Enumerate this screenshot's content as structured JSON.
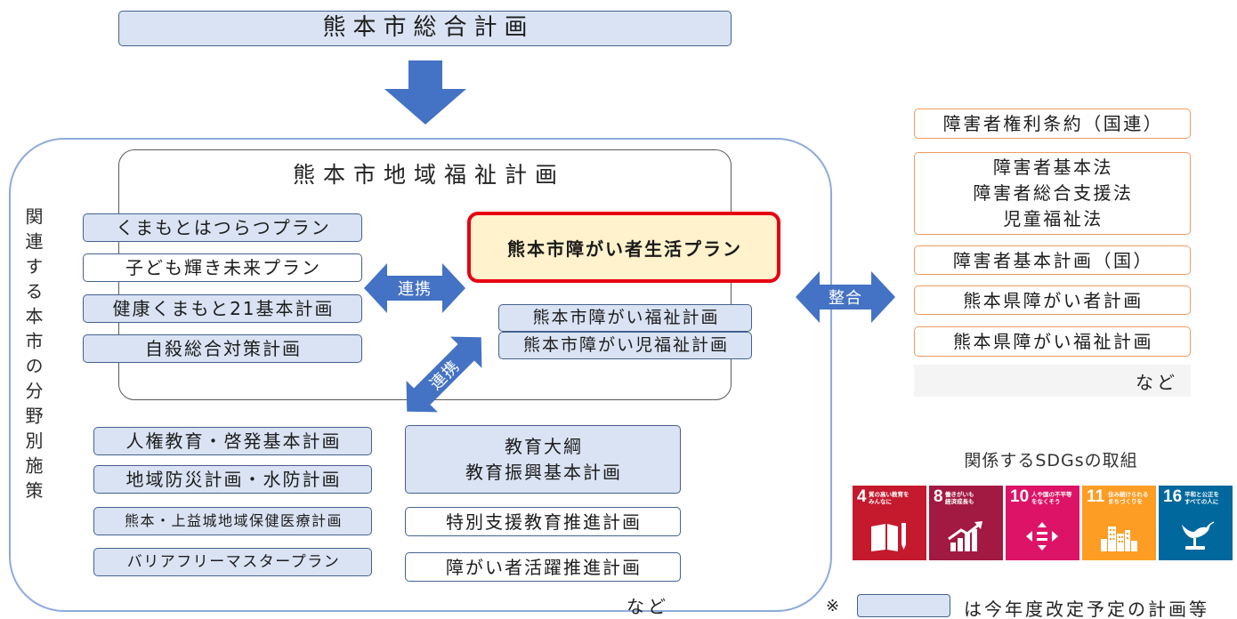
{
  "top_plan": {
    "label": "熊本市総合計画",
    "revising": true
  },
  "side_label": "関連する本市の分野別施策",
  "welfare_plan": {
    "title": "熊本市地域福祉計画",
    "linked_plans": [
      {
        "label": "くまもとはつらつプラン",
        "revising": true
      },
      {
        "label": "子ども輝き未来プラン",
        "revising": false
      },
      {
        "label": "健康くまもと21基本計画",
        "revising": true
      },
      {
        "label": "自殺総合対策計画",
        "revising": true
      }
    ],
    "main_plan": {
      "label": "熊本市障がい者生活プラン"
    },
    "sub_plans": [
      {
        "label": "熊本市障がい福祉計画",
        "revising": true
      },
      {
        "label": "熊本市障がい児福祉計画",
        "revising": true
      }
    ]
  },
  "arrows": {
    "welfare_link": "連携",
    "sector_link": "連携",
    "consistency": "整合"
  },
  "sector_plans": {
    "left": [
      {
        "label": "人権教育・啓発基本計画",
        "revising": true
      },
      {
        "label": "地域防災計画・水防計画",
        "revising": true
      },
      {
        "label": "熊本・上益城地域保健医療計画",
        "revising": true
      },
      {
        "label": "バリアフリーマスタープラン",
        "revising": true
      }
    ],
    "right": [
      {
        "lines": [
          "教育大綱",
          "教育振興基本計画"
        ],
        "revising": true
      },
      {
        "lines": [
          "特別支援教育推進計画"
        ],
        "revising": false
      },
      {
        "lines": [
          "障がい者活躍推進計画"
        ],
        "revising": false
      }
    ],
    "more": "など"
  },
  "external_plans": {
    "items": [
      {
        "lines": [
          "障害者権利条約（国連）"
        ]
      },
      {
        "lines": [
          "障害者基本法",
          "障害者総合支援法",
          "児童福祉法"
        ]
      },
      {
        "lines": [
          "障害者基本計画（国）"
        ]
      },
      {
        "lines": [
          "熊本県障がい者計画"
        ]
      },
      {
        "lines": [
          "熊本県障がい福祉計画"
        ]
      }
    ],
    "more": "など"
  },
  "sdgs": {
    "title": "関係するSDGsの取組",
    "goals": [
      {
        "number": "4",
        "text_lines": [
          "質の高い教育を",
          "みんなに"
        ],
        "color": "#c5192d",
        "icon": "book-pencil-icon"
      },
      {
        "number": "8",
        "text_lines": [
          "働きがいも",
          "経済成長も"
        ],
        "color": "#a21942",
        "icon": "growth-chart-icon"
      },
      {
        "number": "10",
        "text_lines": [
          "人や国の不平等",
          "をなくそう"
        ],
        "color": "#dd1367",
        "icon": "equality-arrows-icon"
      },
      {
        "number": "11",
        "text_lines": [
          "住み続けられる",
          "まちづくりを"
        ],
        "color": "#fd9d24",
        "icon": "city-buildings-icon"
      },
      {
        "number": "16",
        "text_lines": [
          "平和と公正を",
          "すべての人に"
        ],
        "color": "#00689d",
        "icon": "dove-gavel-icon"
      }
    ]
  },
  "legend": {
    "mark": "※",
    "text": "は今年度改定予定の計画等"
  },
  "colors": {
    "revising_fill": "#dae3f3",
    "box_border": "#44618f",
    "main_plan_border": "#e60012",
    "main_plan_fill": "#fff2cc",
    "external_border": "#ef9b5f",
    "arrow": "#4472c4",
    "frame_border": "#8faadc",
    "welfare_frame_border": "#595959"
  }
}
